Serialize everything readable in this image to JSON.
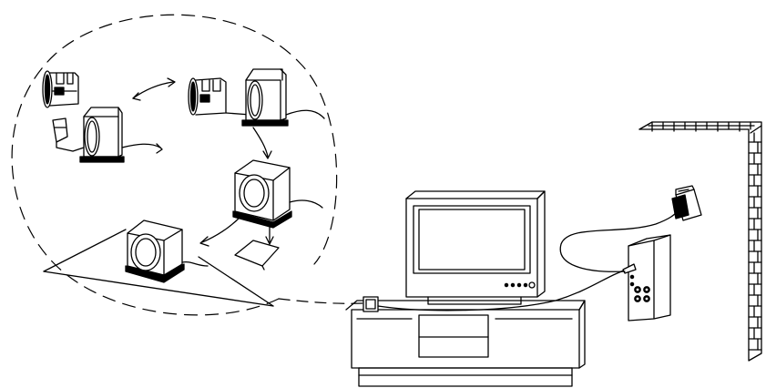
{
  "diagram": {
    "line_color": "#000000",
    "background": "#ffffff",
    "parts": [
      "dashed-detail-circle",
      "subwoofer-assembly-steps",
      "placed-subwoofer",
      "tv-on-cabinet",
      "wireless-receiver",
      "transmitter-box",
      "wall-outlet-adapter",
      "brick-wall"
    ]
  }
}
